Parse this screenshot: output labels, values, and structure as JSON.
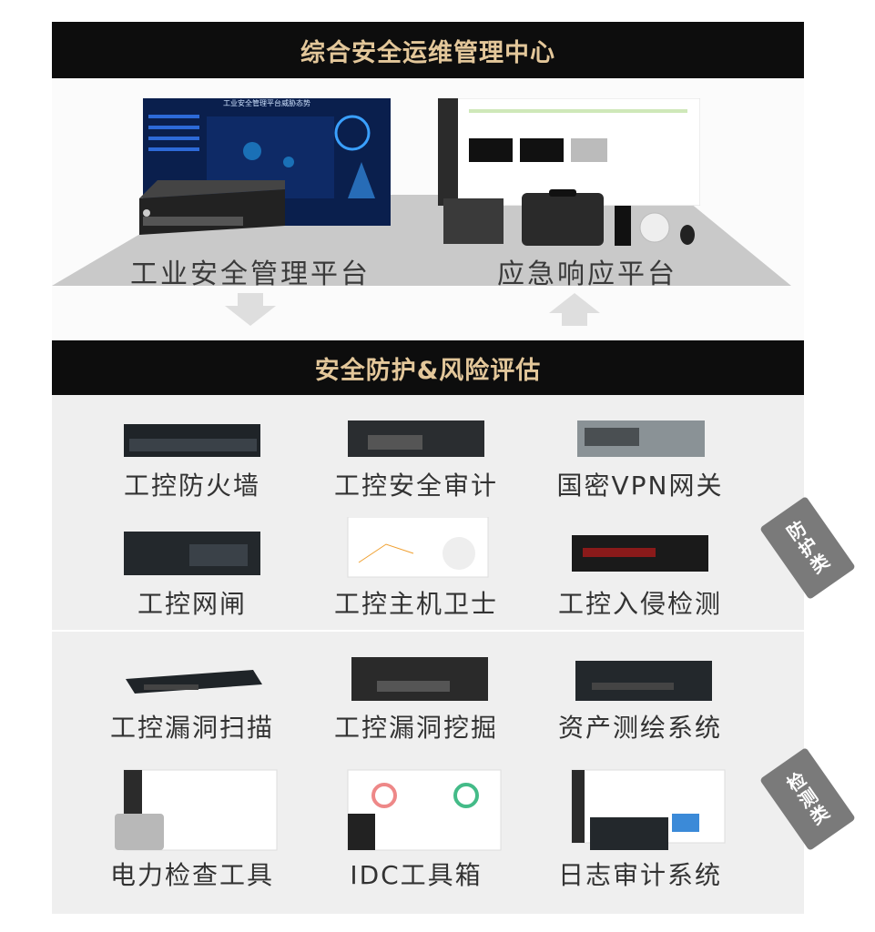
{
  "top_header": {
    "title": "综合安全运维管理中心"
  },
  "platforms": {
    "left_label": "工业安全管理平台",
    "right_label": "应急响应平台",
    "dashboard_title": "工业安全管理平台威胁态势"
  },
  "middle_header": {
    "title": "安全防护&风险评估"
  },
  "protection": {
    "tag": "防护类",
    "items": [
      "工控防火墙",
      "工控安全审计",
      "国密VPN网关",
      "工控网闸",
      "工控主机卫士",
      "工控入侵检测"
    ]
  },
  "detection": {
    "tag": "检测类",
    "items": [
      "工控漏洞扫描",
      "工控漏洞挖掘",
      "资产测绘系统",
      "电力检查工具",
      "IDC工具箱",
      "日志审计系统"
    ]
  },
  "colors": {
    "header_bg": "#0d0d0d",
    "header_text": "#e3c79a",
    "panel_bg": "#efefef",
    "tag_bg": "#7a7a7a"
  }
}
